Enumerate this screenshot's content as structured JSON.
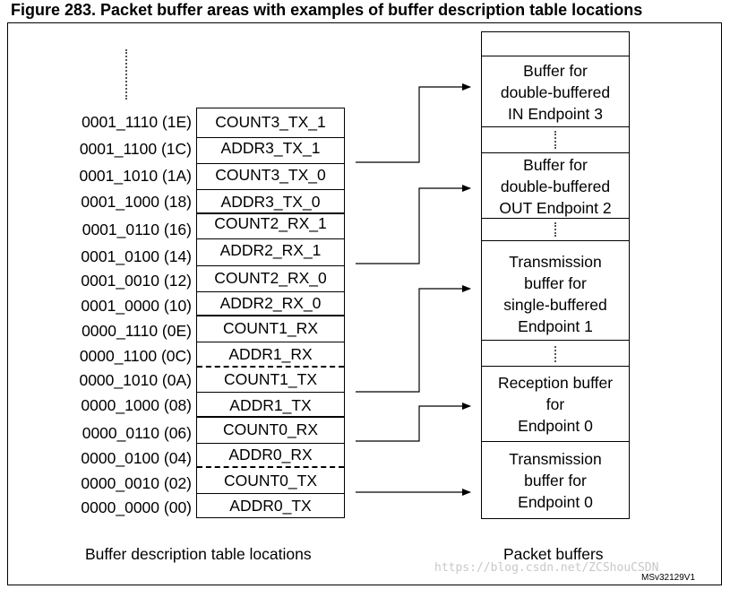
{
  "title": "Figure 283. Packet buffer areas with examples of buffer description table locations",
  "addresses": [
    "0001_1110 (1E)",
    "0001_1100 (1C)",
    "0001_1010 (1A)",
    "0001_1000 (18)",
    "0001_0110 (16)",
    "0001_0100 (14)",
    "0001_0010 (12)",
    "0001_0000 (10)",
    "0000_1110 (0E)",
    "0000_1100 (0C)",
    "0000_1010 (0A)",
    "0000_1000 (08)",
    "0000_0110 (06)",
    "0000_0100 (04)",
    "0000_0010 (02)",
    "0000_0000 (00)"
  ],
  "table_cells": [
    "COUNT3_TX_1",
    "ADDR3_TX_1",
    "COUNT3_TX_0",
    "ADDR3_TX_0",
    "COUNT2_RX_1",
    "ADDR2_RX_1",
    "COUNT2_RX_0",
    "ADDR2_RX_0",
    "COUNT1_RX",
    "ADDR1_RX",
    "COUNT1_TX",
    "ADDR1_TX",
    "COUNT0_RX",
    "ADDR0_RX",
    "COUNT0_TX",
    "ADDR0_TX"
  ],
  "packet_buffers": [
    {
      "lines": [
        "Buffer for",
        "double-buffered",
        "IN Endpoint 3"
      ]
    },
    {
      "lines": [
        "Buffer for",
        "double-buffered",
        "OUT Endpoint 2"
      ]
    },
    {
      "lines": [
        "Transmission",
        "buffer for",
        "single-buffered",
        "Endpoint 1"
      ]
    },
    {
      "lines": [
        "Reception buffer",
        "for",
        "Endpoint 0"
      ]
    },
    {
      "lines": [
        "Transmission",
        "buffer for",
        "Endpoint 0"
      ]
    }
  ],
  "captions": {
    "left": "Buffer description table locations",
    "right": "Packet buffers"
  },
  "figure_code": "MSv32129V1",
  "watermark": "https://blog.csdn.net/ZCShouCSDN"
}
